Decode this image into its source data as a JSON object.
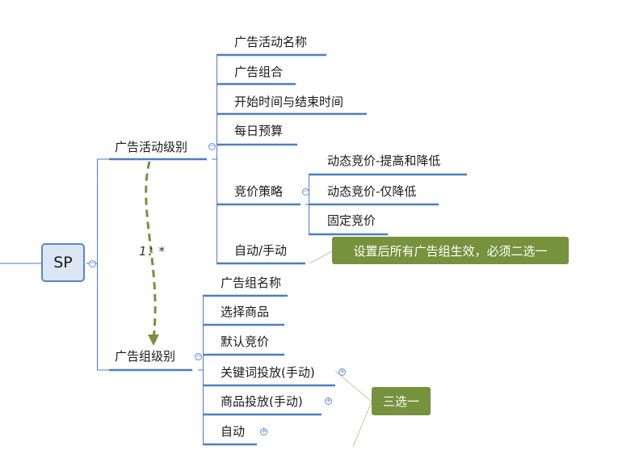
{
  "root": {
    "label": "SP"
  },
  "campaign_level": {
    "label": "广告活动级别",
    "children": [
      "广告活动名称",
      "广告组合",
      "开始时间与结束时间",
      "每日预算",
      "竞价策略",
      "自动/手动"
    ],
    "bid_strategy_options": [
      "动态竞价-提高和降低",
      "动态竞价-仅降低",
      "固定竞价"
    ],
    "callout": "设置后所有广告组生效，必须二选一"
  },
  "relationship": {
    "label": "1：*"
  },
  "ad_group_level": {
    "label": "广告组级别",
    "children": [
      "广告组名称",
      "选择商品",
      "默认竞价",
      "关键词投放(手动)",
      "商品投放(手动)",
      "自动"
    ],
    "callout": "三选一"
  },
  "colors": {
    "branch": "#5b86c4",
    "callout": "#76923c",
    "root_fill": "#dbe6f4"
  }
}
